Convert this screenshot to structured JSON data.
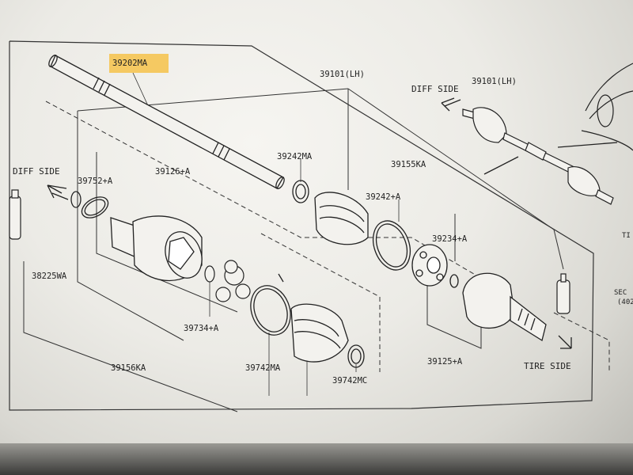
{
  "diagram": {
    "part_labels": {
      "p39202ma": "39202MA",
      "p39101lh_main": "39101(LH)",
      "p39101lh_inset": "39101(LH)",
      "p39242ma": "39242MA",
      "p39155ka": "39155KA",
      "p39242a": "39242+A",
      "p39234a": "39234+A",
      "p39752a": "39752+A",
      "p39126a": "39126+A",
      "p38225wa": "38225WA",
      "p39734a": "39734+A",
      "p39156ka": "39156KA",
      "p39742ma": "39742MA",
      "p39742mc": "39742MC",
      "p39125a": "39125+A"
    },
    "direction_labels": {
      "diff_side_left": "DIFF SIDE",
      "diff_side_inset": "DIFF SIDE",
      "tire_side": "TIRE SIDE"
    },
    "edge_fragments": {
      "sec": "SEC",
      "sec_num": "(402",
      "ti": "TI"
    },
    "highlight_color": "#f6c24a"
  }
}
